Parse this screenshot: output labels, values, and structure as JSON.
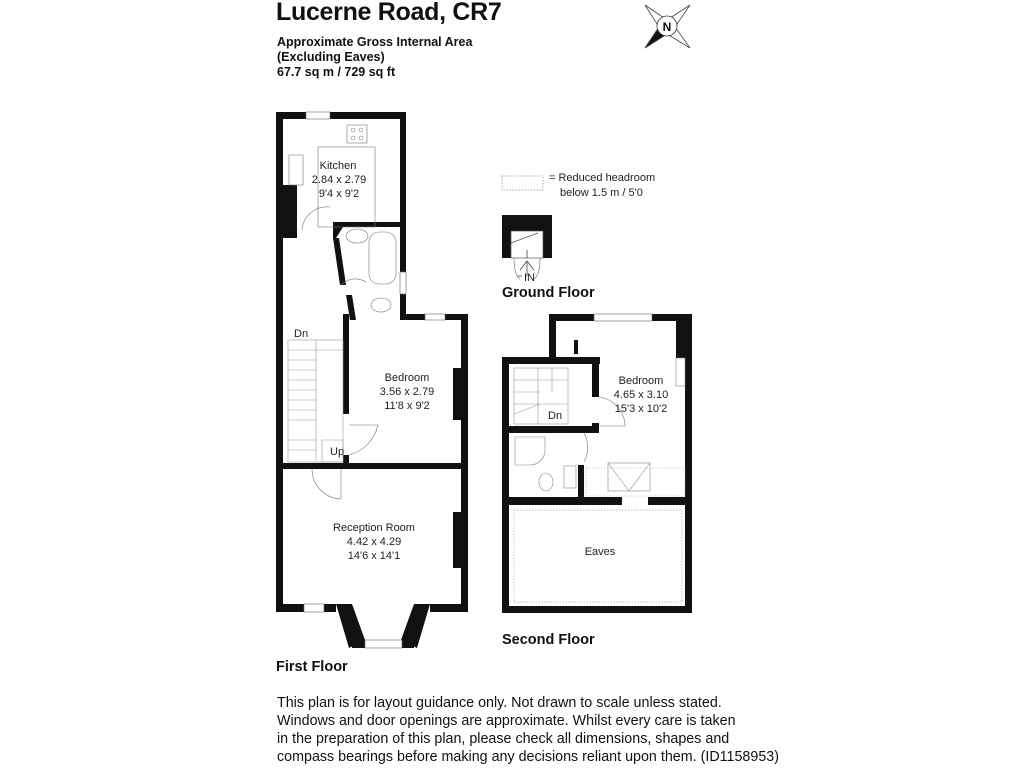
{
  "header": {
    "title": "Lucerne Road, CR7",
    "area_line1": "Approximate Gross Internal Area",
    "area_line2": "(Excluding Eaves)",
    "area_value": "67.7 sq m / 729 sq ft"
  },
  "compass": {
    "label": "N"
  },
  "legend": {
    "line1": "= Reduced headroom",
    "line2": "below 1.5 m / 5'0"
  },
  "floors": {
    "first": {
      "name": "First Floor",
      "stair_down": "Dn",
      "stair_up": "Up",
      "rooms": [
        {
          "name": "Kitchen",
          "metric": "2.84 x 2.79",
          "imperial": "9'4 x 9'2"
        },
        {
          "name": "Bedroom",
          "metric": "3.56 x 2.79",
          "imperial": "11'8 x 9'2"
        },
        {
          "name": "Reception Room",
          "metric": "4.42 x 4.29",
          "imperial": "14'6 x 14'1"
        }
      ]
    },
    "ground": {
      "name": "Ground Floor",
      "entrance": "IN"
    },
    "second": {
      "name": "Second Floor",
      "stair_down": "Dn",
      "rooms": [
        {
          "name": "Bedroom",
          "metric": "4.65 x 3.10",
          "imperial": "15'3 x 10'2"
        },
        {
          "name": "Eaves"
        }
      ]
    }
  },
  "footer": {
    "lines": [
      "This plan is for layout guidance only. Not drawn to scale unless stated.",
      "Windows and door openings are approximate. Whilst every care is taken",
      "in the preparation of this plan, please check all dimensions, shapes and",
      "compass bearings before making any decisions reliant upon them. (ID1158953)"
    ]
  }
}
